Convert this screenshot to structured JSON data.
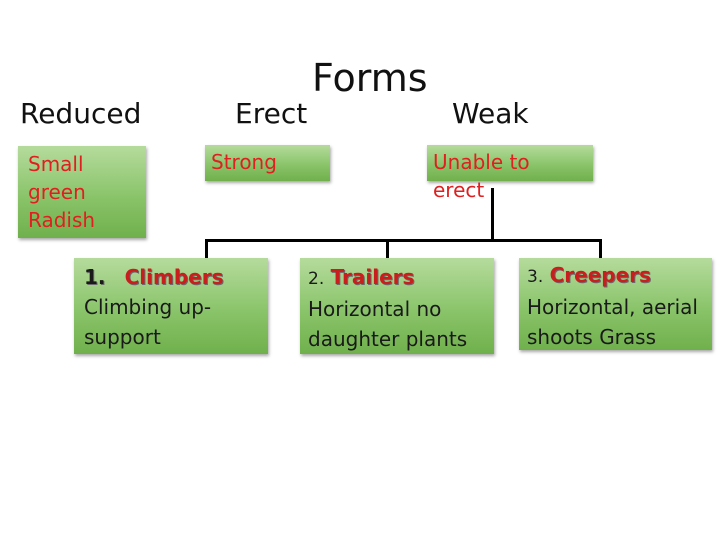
{
  "title": "Forms",
  "categories": {
    "reduced": "Reduced",
    "erect": "Erect",
    "weak": "Weak"
  },
  "boxes": {
    "reduced_example": [
      "Small",
      "green",
      "Radish"
    ],
    "erect_example": "Strong",
    "weak_example": "Unable to erect",
    "climbers": {
      "number": "1.",
      "name": "Climbers",
      "description": "Climbing up-support"
    },
    "trailers": {
      "number": "2.",
      "name": "Trailers",
      "description": "Horizontal no daughter plants"
    },
    "creepers": {
      "number": "3.",
      "name": "Creepers",
      "description": "Horizontal, aerial shoots  Grass"
    }
  },
  "colors": {
    "box_fill": "#8ac46a",
    "red_text": "#e02020",
    "connector": "#000000"
  }
}
